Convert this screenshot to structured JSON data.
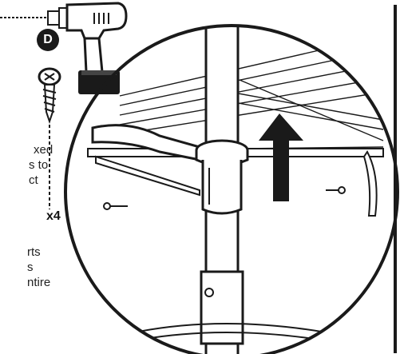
{
  "step": {
    "drill_bit_badge": "D",
    "screw_quantity": "x4"
  },
  "text_fragments": {
    "line1": "xed",
    "line2": "s to",
    "line3": "ct",
    "line4": "rts",
    "line5": "s",
    "line6": "ntire"
  },
  "colors": {
    "ink": "#1a1a1a",
    "arrow": "#1a1a1a",
    "background": "#ffffff"
  },
  "icons": [
    "cordless-drill-icon",
    "wood-screw-icon",
    "upward-arrow-icon"
  ]
}
